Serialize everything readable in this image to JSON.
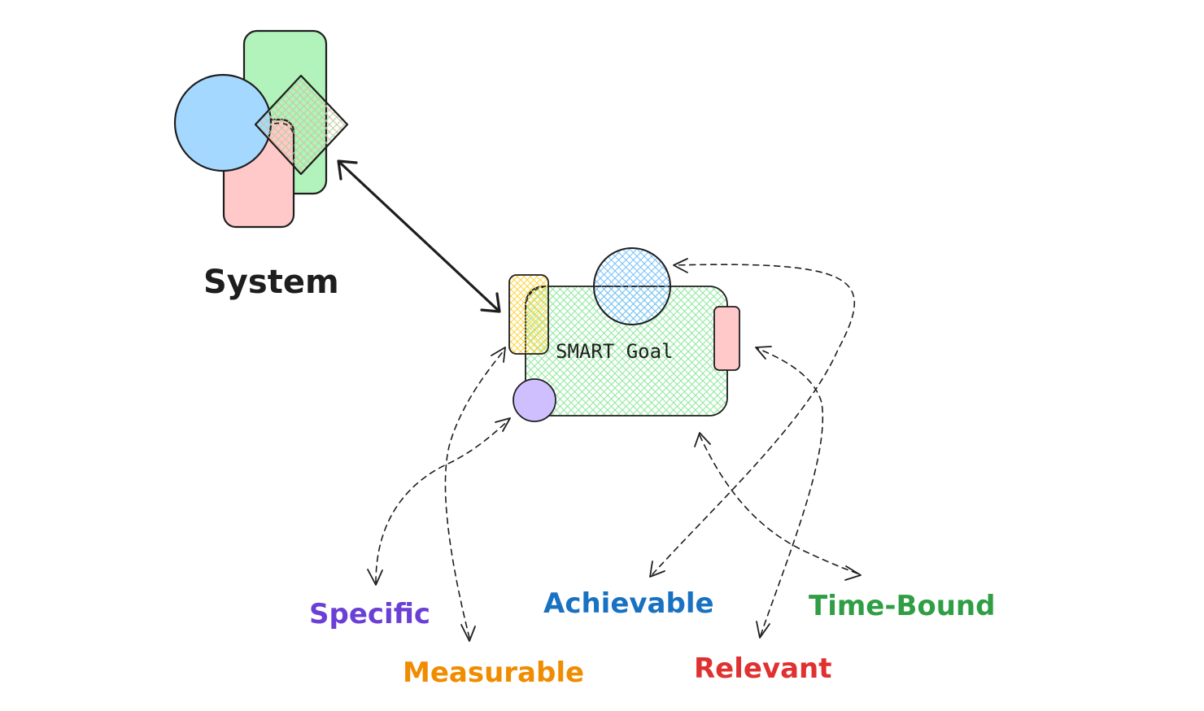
{
  "system": {
    "label": "System"
  },
  "goal": {
    "label": "SMART Goal"
  },
  "attributes": {
    "specific": {
      "label": "Specific",
      "color": "#6a3fd6"
    },
    "measurable": {
      "label": "Measurable",
      "color": "#f08c00"
    },
    "achievable": {
      "label": "Achievable",
      "color": "#1971c2"
    },
    "relevant": {
      "label": "Relevant",
      "color": "#e03131"
    },
    "time_bound": {
      "label": "Time-Bound",
      "color": "#2f9e44"
    }
  },
  "palette": {
    "green": "#b2f2bb",
    "blue": "#a5d8ff",
    "red": "#ffc9c9",
    "yellow": "#ffec99",
    "purple": "#d0bfff",
    "stroke": "#1e1e1e"
  }
}
